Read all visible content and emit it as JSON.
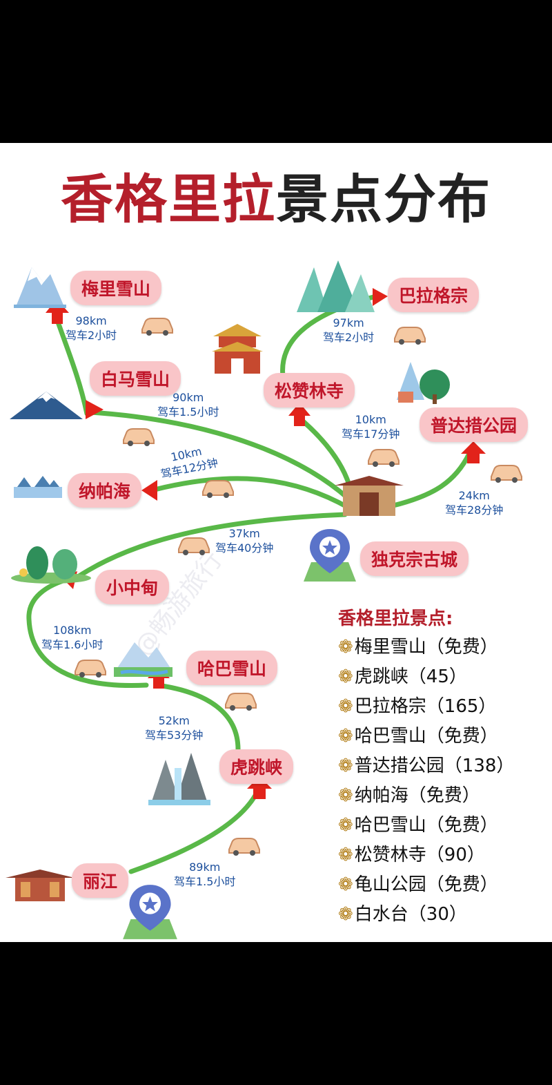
{
  "title": {
    "part1": "香格里拉",
    "part2": "景点分布"
  },
  "spots": {
    "meili": "梅里雪山",
    "baima": "白马雪山",
    "napa": "纳帕海",
    "xiaozhongdian": "小中甸",
    "haba": "哈巴雪山",
    "hutiao": "虎跳峡",
    "lijiang": "丽江",
    "songzanlin": "松赞林寺",
    "bala": "巴拉格宗",
    "pudacuo": "普达措公园",
    "dukezong": "独克宗古城"
  },
  "routes": {
    "meili": {
      "km": "98km",
      "time": "驾车2小时"
    },
    "baima": {
      "km": "90km",
      "time": "驾车1.5小时"
    },
    "napa": {
      "km": "10km",
      "time": "驾车12分钟"
    },
    "xiaozhongdian": {
      "km": "37km",
      "time": "驾车40分钟"
    },
    "haba": {
      "km": "108km",
      "time": "驾车1.6小时"
    },
    "hutiao": {
      "km": "52km",
      "time": "驾车53分钟"
    },
    "lijiang": {
      "km": "89km",
      "time": "驾车1.5小时"
    },
    "bala": {
      "km": "97km",
      "time": "驾车2小时"
    },
    "songzanlin": {
      "km": "10km",
      "time": "驾车17分钟"
    },
    "pudacuo": {
      "km": "24km",
      "time": "驾车28分钟"
    }
  },
  "list": {
    "title": "香格里拉景点:",
    "items": [
      "梅里雪山（免费）",
      "虎跳峡（45）",
      "巴拉格宗（165）",
      "哈巴雪山（免费）",
      "普达措公园（138）",
      "纳帕海（免费）",
      "哈巴雪山（免费）",
      "松赞林寺（90）",
      "龟山公园（免费）",
      "白水台（30）"
    ]
  },
  "watermark": "@畅游旅行",
  "colors": {
    "route": "#59b848",
    "arrow": "#e2231a",
    "label_bg": "#f9c5c8",
    "label_text": "#c0162a",
    "title_red": "#b41f2b",
    "distance_text": "#1c4f9c",
    "pin": "#5a73c9",
    "car": "#f5c9a3"
  }
}
